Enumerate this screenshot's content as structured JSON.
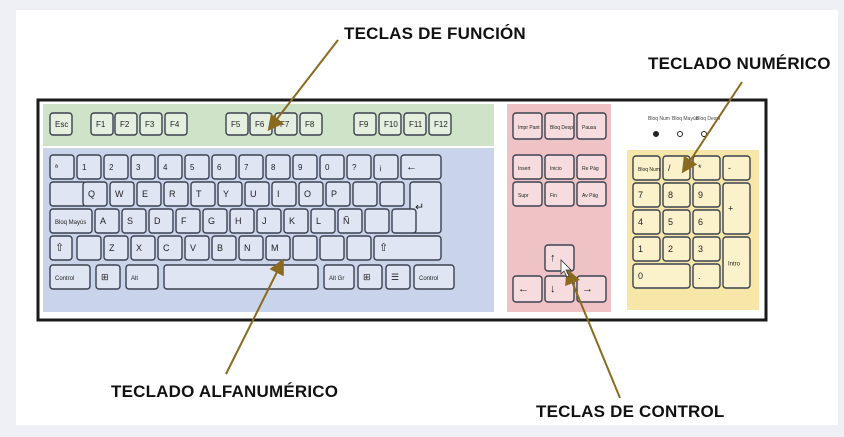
{
  "labels": {
    "function_keys": "TECLAS DE FUNCIÓN",
    "numeric_keypad": "TECLADO NUMÉRICO",
    "alphanumeric": "TECLADO ALFANUMÉRICO",
    "control_keys": "TECLAS DE CONTROL"
  },
  "colors": {
    "function_zone": "#cfe3c8",
    "alpha_zone": "#c9d3ea",
    "control_zone": "#efc3c6",
    "numeric_zone": "#f6e7a8",
    "arrow": "#8a6a1e",
    "keyboard_frame": "#1a1a1a"
  },
  "keyboard": {
    "function_row": [
      "Esc",
      "F1",
      "F2",
      "F3",
      "F4",
      "F5",
      "F6",
      "F7",
      "F8",
      "F9",
      "F10",
      "F11",
      "F12"
    ],
    "alpha_rows": [
      [
        "ª",
        "1",
        "2",
        "3",
        "4",
        "5",
        "6",
        "7",
        "8",
        "9",
        "0",
        "?",
        "¡",
        ""
      ],
      [
        "",
        "Q",
        "W",
        "E",
        "R",
        "T",
        "Y",
        "U",
        "I",
        "O",
        "P",
        "",
        "",
        ""
      ],
      [
        "Bloq Mayús",
        "A",
        "S",
        "D",
        "F",
        "G",
        "H",
        "J",
        "K",
        "L",
        "Ñ",
        "",
        ""
      ],
      [
        "",
        "",
        "Z",
        "X",
        "C",
        "V",
        "B",
        "N",
        "M",
        "",
        "",
        "",
        ""
      ],
      [
        "Control",
        "",
        "Alt",
        "",
        "Alt Gr",
        "",
        "",
        "Control"
      ]
    ],
    "control_top": [
      "Impr Pant",
      "Bloq Despl",
      "Pausa"
    ],
    "control_mid": [
      [
        "Insert",
        "Inicio",
        "Re Pág"
      ],
      [
        "Supr",
        "Fin",
        "Av Pág"
      ]
    ],
    "numeric_rows": [
      [
        "Bloq Num",
        "/",
        "*",
        "-"
      ],
      [
        "7",
        "8",
        "9"
      ],
      [
        "4",
        "5",
        "6"
      ],
      [
        "1",
        "2",
        "3"
      ],
      [
        "0",
        "."
      ]
    ],
    "numeric_side": [
      "+",
      "Intro"
    ],
    "indicators": [
      "Bloq Num",
      "Bloq Mayús",
      "Bloq Despl"
    ]
  }
}
